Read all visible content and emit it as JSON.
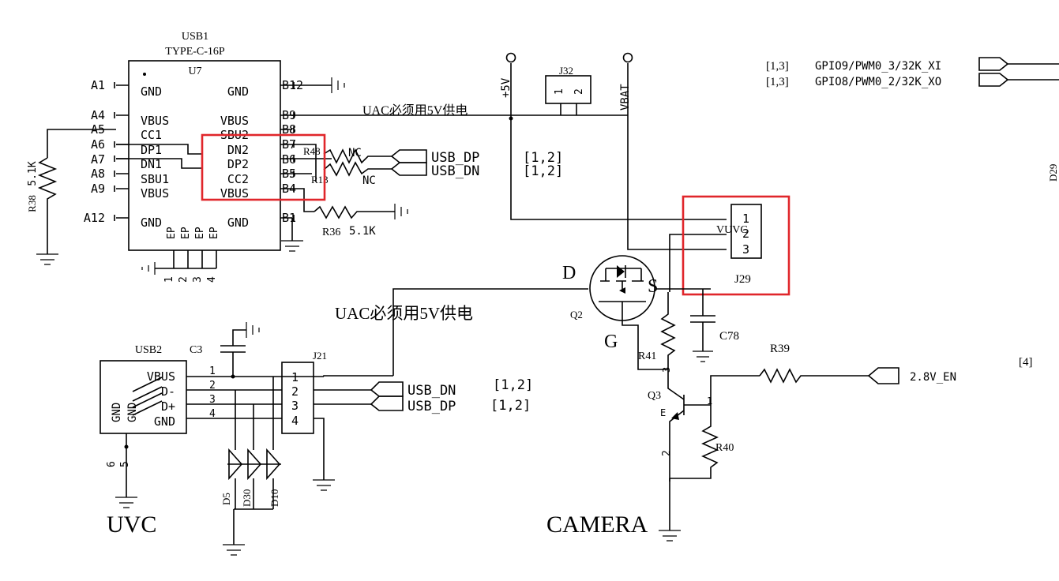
{
  "colors": {
    "wire": "#000000",
    "highlight": "#e0262b",
    "background": "#ffffff"
  },
  "usb1": {
    "ref": "USB1",
    "part": "TYPE-C-16P",
    "u": "U7",
    "left_pins": [
      "A1",
      "A4",
      "A5",
      "A6",
      "A7",
      "A8",
      "A9",
      "A12"
    ],
    "left_labels": [
      "GND",
      "VBUS",
      "CC1",
      "DP1",
      "DN1",
      "SBU1",
      "VBUS",
      "GND"
    ],
    "right_pins": [
      "B12",
      "B9",
      "B8",
      "B7",
      "B6",
      "B5",
      "B4",
      "B1"
    ],
    "right_labels": [
      "GND",
      "VBUS",
      "SBU2",
      "DN2",
      "DP2",
      "CC2",
      "VBUS",
      "GND"
    ],
    "ep_labels": [
      "EP",
      "EP",
      "EP",
      "EP"
    ],
    "ep_nums": [
      "1",
      "2",
      "3",
      "4"
    ]
  },
  "r38": {
    "ref": "R38",
    "value": "5.1K"
  },
  "r48": {
    "ref": "R48",
    "value": "NC"
  },
  "r13": {
    "ref": "R13",
    "value": "NC"
  },
  "r36": {
    "ref": "R36",
    "value": "5.1K"
  },
  "net_top": {
    "uac_note": "UAC必须用5V供电",
    "usb_dp": "USB_DP",
    "usb_dn": "USB_DN",
    "ref": "[1,2]"
  },
  "power": {
    "v5": "+5V",
    "vbat": "VBAT"
  },
  "j32": {
    "ref": "J32",
    "pins": [
      "1",
      "2"
    ]
  },
  "gpio": {
    "ref1": "[1,3]",
    "label1": "GPIO9/PWM0_3/32K_XI",
    "ref2": "[1,3]",
    "label2": "GPIO8/PWM0_2/32K_XO",
    "d29": "D29"
  },
  "j29": {
    "ref": "J29",
    "pins": [
      "1",
      "2",
      "3"
    ],
    "net": "VUVC"
  },
  "q2": {
    "ref": "Q2",
    "d": "D",
    "s": "S",
    "g": "G"
  },
  "c78": {
    "ref": "C78"
  },
  "r41": {
    "ref": "R41"
  },
  "r39": {
    "ref": "R39"
  },
  "r40": {
    "ref": "R40"
  },
  "q3": {
    "ref": "Q3",
    "pin3": "3",
    "pin1": "1",
    "pin2": "2"
  },
  "en": {
    "label": "2.8V_EN",
    "ref": "[4]"
  },
  "uac2": {
    "note": "UAC必须用5V供电"
  },
  "usb2": {
    "ref": "USB2",
    "pins": [
      "VBUS",
      "D-",
      "D+",
      "GND"
    ],
    "left": [
      "GND",
      "GND"
    ],
    "nums": [
      "1",
      "2",
      "3",
      "4"
    ],
    "shield": [
      "6",
      "5"
    ]
  },
  "c3": {
    "ref": "C3"
  },
  "j21": {
    "ref": "J21",
    "pins": [
      "1",
      "2",
      "3",
      "4"
    ]
  },
  "net_bottom": {
    "usb_dn": "USB_DN",
    "usb_dp": "USB_DP",
    "ref": "[1,2]"
  },
  "diodes": {
    "d5": "D5",
    "d30": "D30",
    "d10": "D10"
  },
  "titles": {
    "uvc": "UVC",
    "camera": "CAMERA"
  }
}
